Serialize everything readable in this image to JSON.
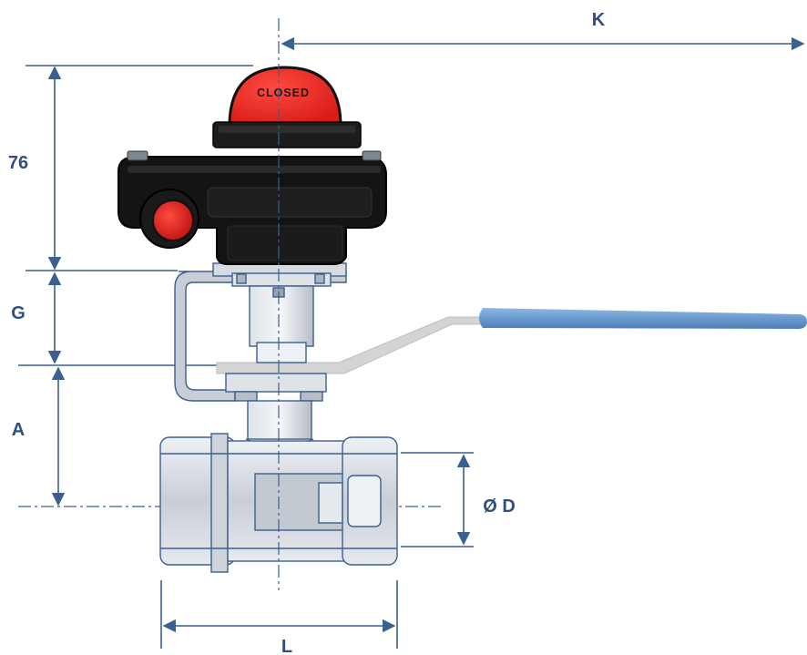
{
  "dimensions": {
    "K": "K",
    "height_76": "76",
    "G": "G",
    "A": "A",
    "D": "Ø D",
    "L": "L"
  },
  "indicator": {
    "status": "CLOSED"
  },
  "colors": {
    "dimension_line": "#3b5f8f",
    "indicator_dome": "#e8231f",
    "switch_housing": "#141414",
    "valve_body": "#d6dbe2",
    "lever_handle": "#6a9bd0",
    "lever_arm": "#d4d4d4",
    "bracket": "#c9ced6"
  }
}
